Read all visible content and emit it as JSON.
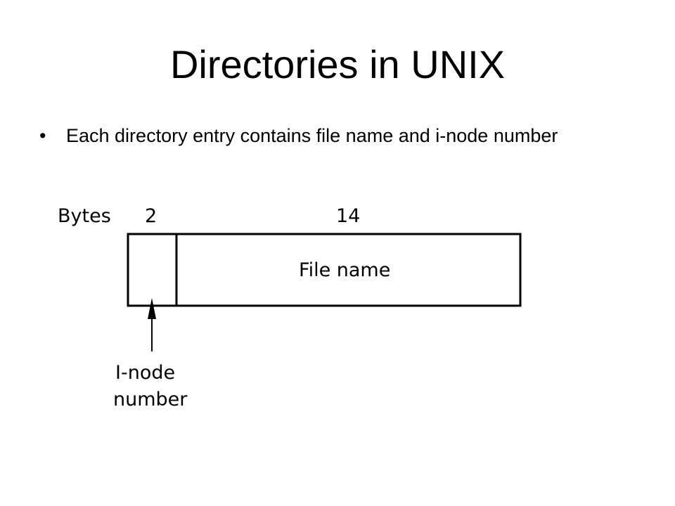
{
  "slide": {
    "title": "Directories in UNIX",
    "bullets": [
      {
        "text": "Each directory entry contains file name and i-node number"
      }
    ]
  },
  "diagram": {
    "bytes_label": "Bytes",
    "field_sizes": [
      "2",
      "14"
    ],
    "field_name": "File name",
    "pointer_label": [
      "I-node",
      "number"
    ],
    "stroke_color": "#000000"
  }
}
